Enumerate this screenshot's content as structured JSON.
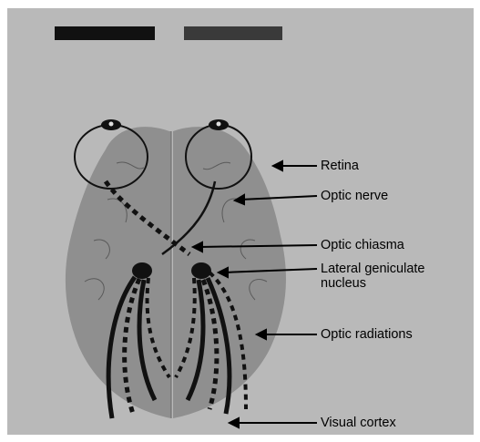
{
  "figure": {
    "labels": {
      "retina": "Retina",
      "optic_nerve": "Optic nerve",
      "optic_chiasma": "Optic chiasma",
      "lateral_geniculate": "Lateral geniculate nucleus",
      "optic_radiations": "Optic radiations",
      "visual_cortex": "Visual cortex"
    },
    "colors": {
      "background": "#b9b9b9",
      "brain": "#8f8f8f",
      "pathway": "#111111"
    }
  }
}
